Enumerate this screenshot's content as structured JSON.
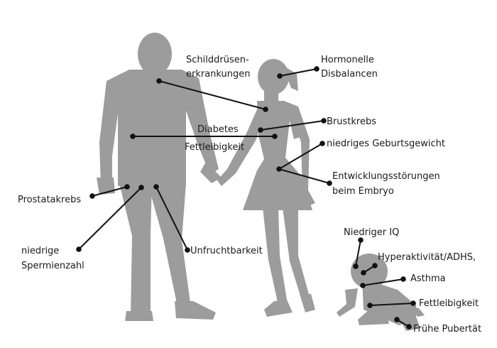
{
  "labels": {
    "schilddruesen_1": "Schilddrüsen-",
    "schilddruesen_2": "erkrankungen",
    "hormonelle_1": "Hormonelle",
    "hormonelle_2": "Disbalancen",
    "brustkrebs": "Brustkrebs",
    "diabetes": "Diabetes",
    "fettleibigkeit_adult": "Fettleibigkeit",
    "geburtsgewicht": "niedriges Geburtsgewicht",
    "entwicklung_1": "Entwicklungsstörungen",
    "entwicklung_2": "beim Embryo",
    "prostatakrebs": "Prostatakrebs",
    "spermien_1": "niedrige",
    "spermien_2": "Spermienzahl",
    "unfruchtbarkeit": "Unfruchtbarkeit",
    "niedriger_iq": "Niedriger IQ",
    "hyperaktivitaet": "Hyperaktivität/ADHS,",
    "asthma": "Asthma",
    "fettleibigkeit_child": "Fettleibigkeit",
    "fruehe_pubertaet": "Frühe Pubertät"
  },
  "colors": {
    "silhouette": "#9c9c9c",
    "line": "#111111",
    "text": "#1a1a1a"
  }
}
